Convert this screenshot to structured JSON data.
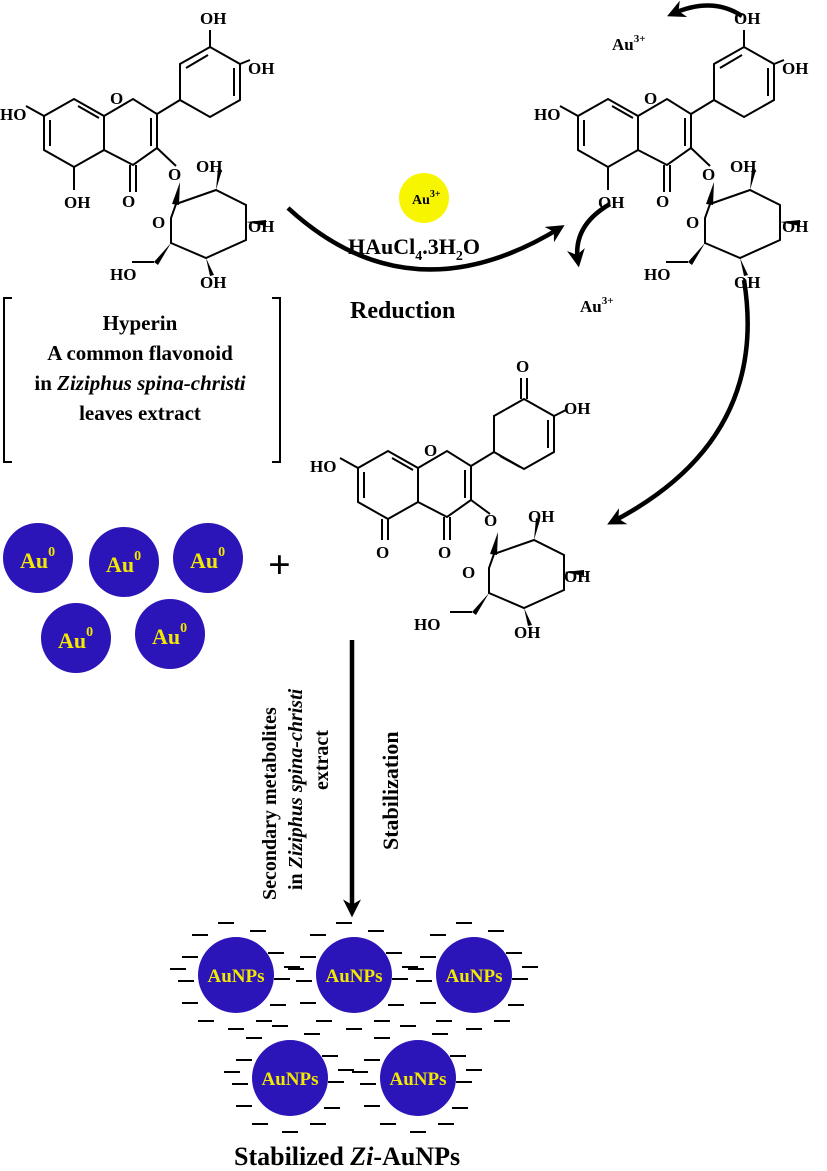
{
  "hyperin_label": {
    "line1": "Hyperin",
    "line2": "A common flavonoid",
    "line3_prefix": "in ",
    "line3_italic": "Ziziphus spina-christi",
    "line4": "leaves extract"
  },
  "reagent": {
    "ion_text": "Au",
    "ion_charge": "3+",
    "formula_a": "HAuCl",
    "formula_sub1": "4",
    "formula_b": ".3H",
    "formula_sub2": "2",
    "formula_c": "O",
    "process": "Reduction"
  },
  "released_ions": [
    {
      "text": "Au",
      "charge": "3+"
    },
    {
      "text": "Au",
      "charge": "3+"
    }
  ],
  "atoms": {
    "ho": "HO",
    "oh": "OH",
    "o": "O"
  },
  "gold_atoms": {
    "text": "Au",
    "charge": "0",
    "count": 5,
    "fill": "#2b14b8",
    "text_color": "#f2e800"
  },
  "plus": "+",
  "stabilization": {
    "side_label_line1": "Secondary metabolites",
    "side_label_line2_prefix": "in ",
    "side_label_line2_italic": "Ziziphus spina-christi",
    "side_label_line3": "extract",
    "process": "Stabilization"
  },
  "nanoparticles": {
    "text": "AuNPs",
    "count": 5
  },
  "final_label": {
    "prefix": "Stabilized ",
    "italic": "Zi",
    "suffix": "-AuNPs"
  },
  "colors": {
    "ion_fill": "#f7f500",
    "particle_fill": "#2b14b8",
    "particle_text": "#f2e800",
    "lines": "#000000"
  }
}
